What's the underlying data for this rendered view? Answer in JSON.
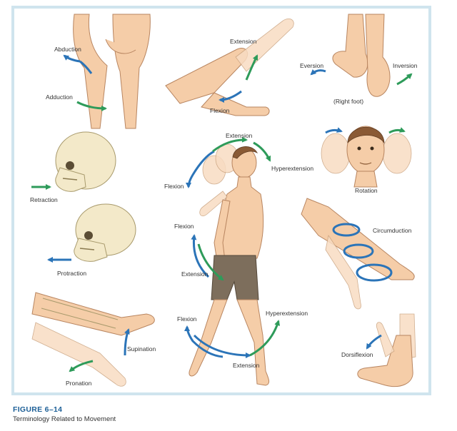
{
  "figure": {
    "number": "FIGURE 6–14",
    "caption": "Terminology Related to Movement"
  },
  "labels": {
    "abduction": "Abduction",
    "adduction": "Adduction",
    "leg_extension": "Extension",
    "leg_flexion": "Flexion",
    "eversion": "Eversion",
    "inversion": "Inversion",
    "right_foot": "(Right foot)",
    "retraction": "Retraction",
    "protraction": "Protraction",
    "neck_extension": "Extension",
    "neck_flexion": "Flexion",
    "hyperextension_neck": "Hyperextension",
    "rotation": "Rotation",
    "arm_flexion": "Flexion",
    "arm_extension": "Extension",
    "circumduction": "Circumduction",
    "hip_flexion": "Flexion",
    "hyperextension_hip": "Hyperextension",
    "hip_extension": "Extension",
    "supination": "Supination",
    "pronation": "Pronation",
    "dorsiflexion": "Dorsiflexion"
  },
  "colors": {
    "frame": "#cfe4ee",
    "arrow_blue": "#2b74b8",
    "arrow_green": "#2e9b5a",
    "caption_title": "#1c5f97"
  }
}
